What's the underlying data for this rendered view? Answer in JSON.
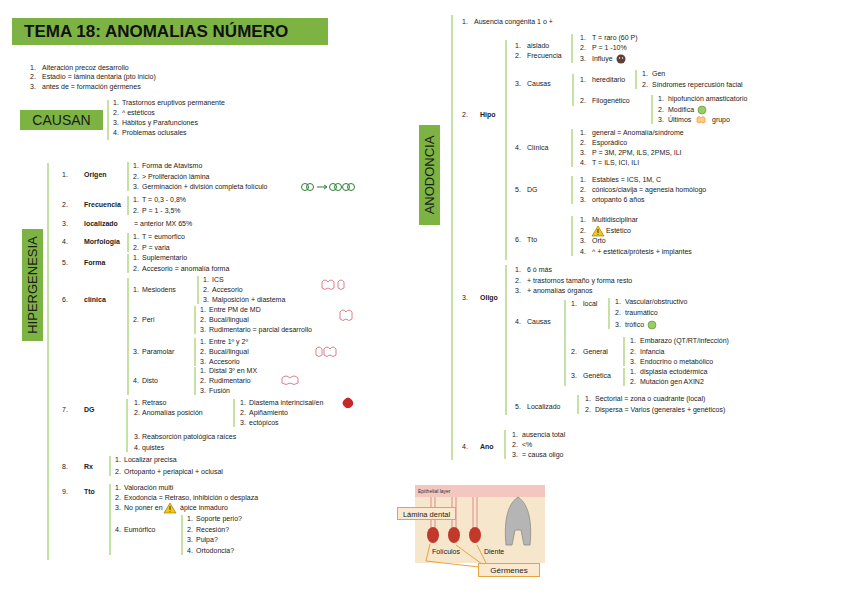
{
  "diagram": {
    "title": "TEMA 18: ANOMALIAS NÚMERO",
    "nodes": [
      {
        "text": [
          "CAUSAN"
        ]
      },
      {
        "text": [
          "HIPERGENESIA"
        ]
      },
      {
        "text": [
          "ANODONCIA"
        ]
      },
      {
        "text": [
          "Lámina dental"
        ]
      },
      {
        "text": [
          "Gérmenes"
        ]
      }
    ],
    "labels": [
      "1.",
      "Alteración precoz desarrollo",
      "2.",
      "Estadío = lámina dentaria (pto inicio)",
      "3.",
      "antes de = formación gérmenes",
      "1.",
      "Trastornos eruptivos permanente",
      "2.",
      "^ estéticos",
      "3.",
      "Hábitos y Parafunciones",
      "4.",
      "Problemas oclusales",
      "1.",
      "Origen",
      "1.",
      "Forma de Atavismo",
      "2.",
      "> Proliferación lámina",
      "3.",
      "Germinación + división completa folículo",
      "2.",
      "Frecuencia",
      "1.",
      "T = 0,3 - 0,8%",
      "2.",
      "P = 1 - 3,5%",
      "3.",
      "localizado",
      "= anterior MX 65%",
      "4.",
      "Morfología",
      "1.",
      "T = eumorfico",
      "2.",
      "P = varia",
      "5.",
      "Forma",
      "1.",
      "Suplementario",
      "2.",
      "Accesorio = anomalía forma",
      "6.",
      "clínica",
      "1.",
      "Mesiodens",
      "1.",
      "ICS",
      "2.",
      "Accesorio",
      "3.",
      "Malposición + diastema",
      "2.",
      "Peri",
      "1.",
      "Entre PM de MD",
      "2.",
      "Bucal/lingual",
      "3.",
      "Rudimentario = parcial desarrollo",
      "3.",
      "Paramolar",
      "1.",
      "Entre 1º y 2º",
      "2.",
      "Bucal/lingual",
      "3.",
      "Accesorio",
      "4.",
      "Disto",
      "1.",
      "Distal 3º en MX",
      "2.",
      "Rudimentario",
      "3.",
      "Fusión",
      "7.",
      "DG",
      "1.",
      "Retraso",
      "2.",
      "Anomalías posición",
      "1.",
      "Diastema interincisal/en",
      "2.",
      "Apiñamiento",
      "3.",
      "ectópicos",
      "3.",
      "Reabsorción patológica raíces",
      "4.",
      "quistes",
      "8.",
      "Rx",
      "1.",
      "Localizar precisa",
      "2.",
      "Ortopanto + periapical + oclusal",
      "9.",
      "Tto",
      "1.",
      "Valoración multi",
      "2.",
      "Exodoncia = Retraso, inhibición o desplaza",
      "3.",
      "No poner en",
      "ápice inmaduro",
      "4.",
      "Eumórfico",
      "1.",
      "Soporte perio?",
      "2.",
      "Recesión?",
      "3.",
      "Pulpa?",
      "4.",
      "Ortodoncia?",
      "1.",
      "Ausencia congénita 1 o +",
      "2.",
      "Hipo",
      "1.",
      "aislado",
      "2.",
      "Frecuencia",
      "1.",
      "T = raro (60 P)",
      "2.",
      "P = 1 -10%",
      "3.",
      "Influye",
      "3.",
      "Causas",
      "1.",
      "hereditario",
      "1.",
      "Gen",
      "2.",
      "Síndromes repercusión facial",
      "2.",
      "Filogenético",
      "1.",
      "hipofunción amasticatorio",
      "2.",
      "Modifica",
      "3.",
      "Últimos",
      "grupo",
      "4.",
      "Clínica",
      "1.",
      "general = Anomalía/síndrome",
      "2.",
      "Esporádico",
      "3.",
      "P = 3M, 2PM, ILS, 2PMS, ILI",
      "4.",
      "T = ILS, ICI, ILI",
      "5.",
      "DG",
      "1.",
      "Estables = ICS, 1M, C",
      "2.",
      "cónicos/clavija = agenesia homólogo",
      "3.",
      "ortopanto 6 años",
      "6.",
      "Tto",
      "1.",
      "Multidisciplinar",
      "2.",
      "Estético",
      "3.",
      "Orto",
      "4.",
      "^ + estética/prótesis + implantes",
      "3.",
      "Oligo",
      "1.",
      "6 ó más",
      "2.",
      "+ trastornos tamaño y forma resto",
      "3.",
      "+ anomalías órganos",
      "4.",
      "Causas",
      "1.",
      "local",
      "1.",
      "Vascular/obstructivo",
      "2.",
      "traumático",
      "3.",
      "trófico",
      "2.",
      "General",
      "1.",
      "Embarazo (QT/RT/infección)",
      "2.",
      "Infancia",
      "3.",
      "Endocrino o metabólico",
      "3.",
      "Genética",
      "1.",
      "displasia ectodérmica",
      "2.",
      "Mutación gen AXIN2",
      "5.",
      "Localizado",
      "1.",
      "Sectorial = zona o cuadrante (local)",
      "2.",
      "Dispersa = Varios (generales + genéticos)",
      "4.",
      "Ano",
      "1.",
      "ausencia total",
      "2.",
      "<%",
      "3.",
      "= causa oligo",
      "Epithelial layer",
      "Folículos",
      "Diente"
    ]
  }
}
